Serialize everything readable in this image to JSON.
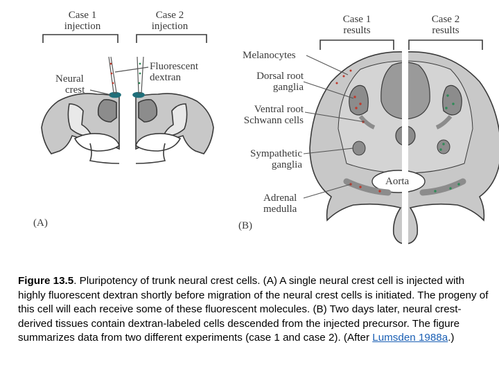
{
  "panel_a": {
    "panel_letter": "(A)",
    "case1_injection": [
      "Case 1",
      "injection"
    ],
    "case2_injection": [
      "Case 2",
      "injection"
    ],
    "neural_crest": [
      "Neural",
      "crest"
    ],
    "fluorescent_dextran": [
      "Fluorescent",
      "dextran"
    ]
  },
  "panel_b": {
    "panel_letter": "(B)",
    "case1_results": [
      "Case 1",
      "results"
    ],
    "case2_results": [
      "Case 2",
      "results"
    ],
    "melanocytes": "Melanocytes",
    "dorsal_root_ganglia": [
      "Dorsal root",
      "ganglia"
    ],
    "ventral_root_schwann": [
      "Ventral root",
      "Schwann cells"
    ],
    "sympathetic_ganglia": [
      "Sympathetic",
      "ganglia"
    ],
    "adrenal_medulla": [
      "Adrenal",
      "medulla"
    ],
    "aorta": "Aorta"
  },
  "caption": {
    "figure_number": "Figure 13.5",
    "text_after_number": ". Pluripotency of trunk neural crest cells. (A) A single neural crest cell is injected with highly fluorescent dextran shortly before migration of the neural crest cells is initiated. The progeny of this cell will each receive some of these fluorescent molecules. (B) Two days later, neural crest-derived tissues contain dextran-labeled cells descended from the injected precursor. The figure summarizes data from two different experiments (case 1 and case 2). (After ",
    "citation_link": "Lumsden 1988a",
    "text_end": ".)"
  },
  "colors": {
    "tissue_gray": "#c8c8c8",
    "dark_gray": "#8c8c8c",
    "outline": "#3a3a3a",
    "labeled_red": "#c0392b",
    "labeled_green": "#2e8b57",
    "crest_teal": "#1f6f7a",
    "link_blue": "#1a5fb4"
  }
}
